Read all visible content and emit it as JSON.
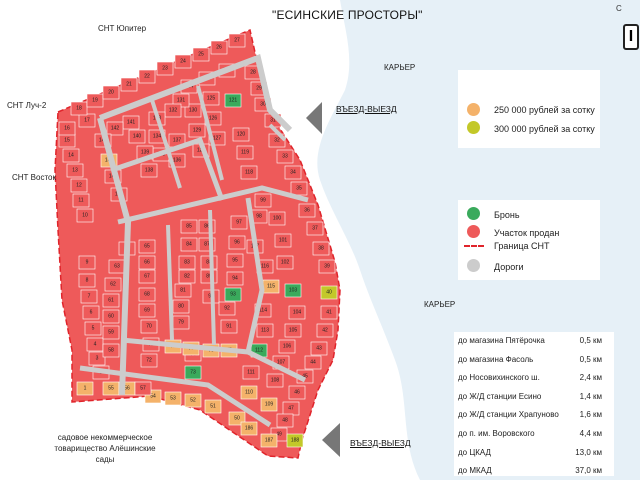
{
  "title": "\"ЕСИНСКИЕ ПРОСТОРЫ\"",
  "corner_logo": {
    "letter_top": "С",
    "letter_main": "I"
  },
  "neighbors": {
    "jupiter": "СНТ Юпитер",
    "luch": "СНТ Луч-2",
    "vostok": "СНТ Восток",
    "karier_top": "КАРЬЕР",
    "karier_right": "КАРЬЕР",
    "aleshinskie": "садовое некоммерческое товарищество Алёшинские сады"
  },
  "entries": {
    "top": "ВЪЕЗД-ВЫЕЗД",
    "bottom": "ВЪЕЗД-ВЫЕЗД"
  },
  "legend_prices": [
    {
      "label": "250 000 рублей за сотку",
      "color": "#f4b26a"
    },
    {
      "label": "300 000 рублей за сотку",
      "color": "#c3c829"
    }
  ],
  "legend_status": [
    {
      "label": "Бронь",
      "color": "#3aaa5c"
    },
    {
      "label": "Участок продан",
      "color": "#ee5a5a"
    },
    {
      "label": "Граница СНТ",
      "color": "#e0242b"
    },
    {
      "label": "Дороги",
      "color": "#cccccc"
    }
  ],
  "distances": [
    {
      "label": "до магазина Пятёрочка",
      "value": "0,5 км"
    },
    {
      "label": "до магазина Фасоль",
      "value": "0,5 км"
    },
    {
      "label": "до Носовихинского ш.",
      "value": "2,4 км"
    },
    {
      "label": "до Ж/Д станции Есино",
      "value": "1,4 км"
    },
    {
      "label": "до Ж/Д станции Храпуново",
      "value": "1,6 км"
    },
    {
      "label": "до п. им. Воровского",
      "value": "4,4 км"
    },
    {
      "label": "до ЦКАД",
      "value": "13,0 км"
    },
    {
      "label": "до МКАД",
      "value": "37,0 км"
    }
  ],
  "plots": {
    "colors": {
      "sold": "#ee5a5a",
      "reserved": "#3aaa5c",
      "price_250": "#f4b26a",
      "price_300": "#c3c829"
    },
    "reserved": [
      "121",
      "93",
      "103",
      "73",
      "112"
    ],
    "price_250": [
      "1",
      "144",
      "115",
      "78",
      "77",
      "76",
      "75",
      "110",
      "109",
      "56",
      "55",
      "54",
      "53",
      "52",
      "51",
      "50",
      "186",
      "187"
    ],
    "price_300": [
      "40",
      "188"
    ],
    "sold_numbered": [
      "27",
      "26",
      "25",
      "24",
      "23",
      "22",
      "21",
      "20",
      "19",
      "18",
      "17",
      "16",
      "15",
      "14",
      "13",
      "12",
      "11",
      "10",
      "9",
      "8",
      "7",
      "6",
      "5",
      "4",
      "3",
      "2",
      "122",
      "123",
      "124",
      "125",
      "126",
      "127",
      "128",
      "129",
      "130",
      "131",
      "132",
      "133",
      "134",
      "135",
      "136",
      "137",
      "138",
      "139",
      "140",
      "141",
      "142",
      "143",
      "145",
      "146",
      "28",
      "29",
      "30",
      "31",
      "32",
      "33",
      "34",
      "35",
      "36",
      "37",
      "38",
      "39",
      "41",
      "42",
      "43",
      "44",
      "45",
      "46",
      "47",
      "48",
      "49",
      "57",
      "58",
      "59",
      "60",
      "61",
      "62",
      "63",
      "64",
      "65",
      "66",
      "67",
      "68",
      "69",
      "70",
      "71",
      "72",
      "74",
      "79",
      "80",
      "81",
      "82",
      "83",
      "84",
      "85",
      "86",
      "87",
      "88",
      "89",
      "90",
      "91",
      "92",
      "94",
      "95",
      "96",
      "97",
      "98",
      "99",
      "100",
      "101",
      "102",
      "104",
      "105",
      "106",
      "107",
      "108",
      "111",
      "113",
      "114",
      "116",
      "117",
      "118",
      "119",
      "120"
    ]
  }
}
